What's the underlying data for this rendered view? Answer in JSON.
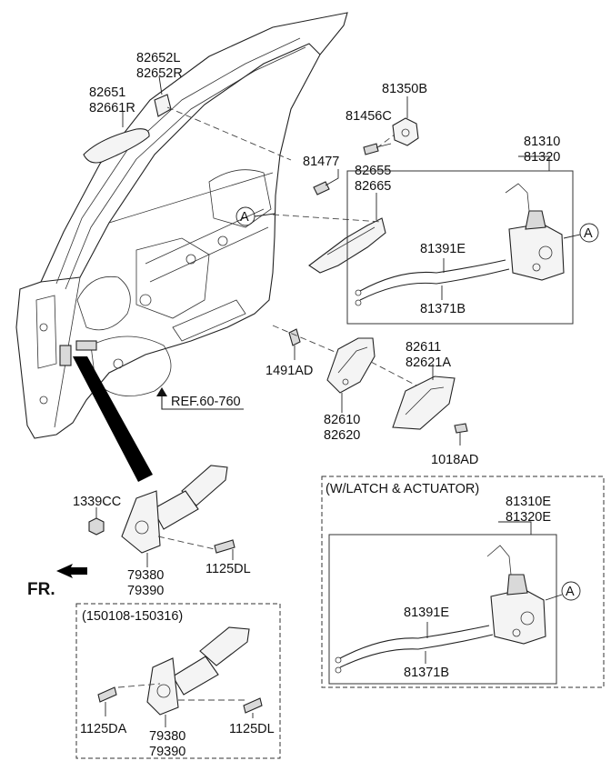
{
  "labels": {
    "p82652L": "82652L",
    "p82652R": "82652R",
    "p82651": "82651",
    "p82661R": "82661R",
    "p81350B": "81350B",
    "p81456C": "81456C",
    "p81477": "81477",
    "p82655": "82655",
    "p82665": "82665",
    "p81310": "81310",
    "p81320": "81320",
    "p81391E": "81391E",
    "p81371B": "81371B",
    "ref": "REF.60-760",
    "p1491AD": "1491AD",
    "p82611": "82611",
    "p82621A": "82621A",
    "p82610": "82610",
    "p82620": "82620",
    "p1018AD": "1018AD",
    "p1339CC": "1339CC",
    "p79380": "79380",
    "p79390": "79390",
    "p1125DL": "1125DL",
    "fr": "FR.",
    "latch_box_title": "(W/LATCH & ACTUATOR)",
    "p81310E": "81310E",
    "p81320E": "81320E",
    "p81391E_b": "81391E",
    "p81371B_b": "81371B",
    "date_box_title": "(150108-150316)",
    "p1125DA": "1125DA",
    "p79380_b": "79380",
    "p79390_b": "79390",
    "p1125DL_b": "1125DL",
    "circle_a": "A"
  }
}
